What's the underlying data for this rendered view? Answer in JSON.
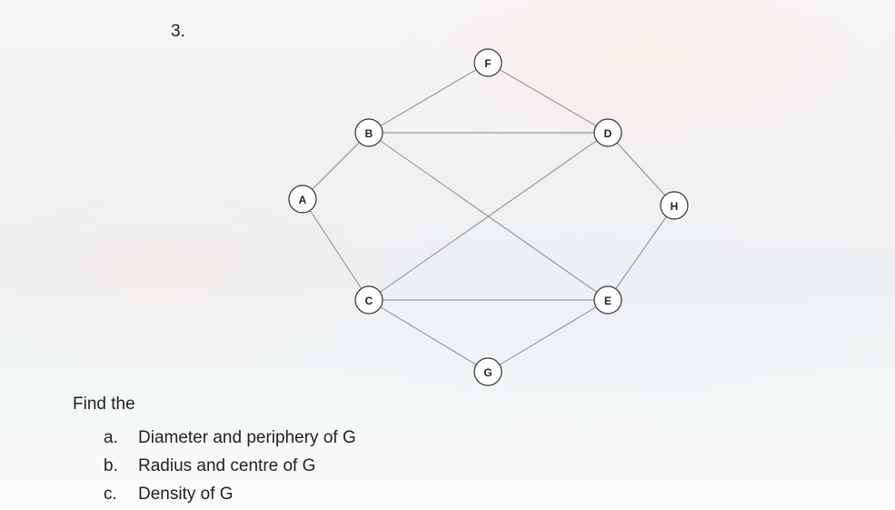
{
  "problem_number": "3.",
  "graph": {
    "nodes": [
      {
        "id": "A",
        "label": "A"
      },
      {
        "id": "B",
        "label": "B"
      },
      {
        "id": "C",
        "label": "C"
      },
      {
        "id": "D",
        "label": "D"
      },
      {
        "id": "E",
        "label": "E"
      },
      {
        "id": "F",
        "label": "F"
      },
      {
        "id": "G",
        "label": "G"
      },
      {
        "id": "H",
        "label": "H"
      }
    ],
    "edges": [
      [
        "A",
        "B"
      ],
      [
        "A",
        "C"
      ],
      [
        "B",
        "F"
      ],
      [
        "B",
        "D"
      ],
      [
        "B",
        "E"
      ],
      [
        "F",
        "D"
      ],
      [
        "D",
        "H"
      ],
      [
        "D",
        "C"
      ],
      [
        "H",
        "E"
      ],
      [
        "C",
        "E"
      ],
      [
        "C",
        "G"
      ],
      [
        "G",
        "E"
      ]
    ]
  },
  "questions": {
    "intro": "Find the",
    "items": [
      {
        "marker": "a.",
        "text": "Diameter and periphery of G"
      },
      {
        "marker": "b.",
        "text": "Radius and centre of G"
      },
      {
        "marker": "c.",
        "text": "Density of G"
      }
    ]
  }
}
